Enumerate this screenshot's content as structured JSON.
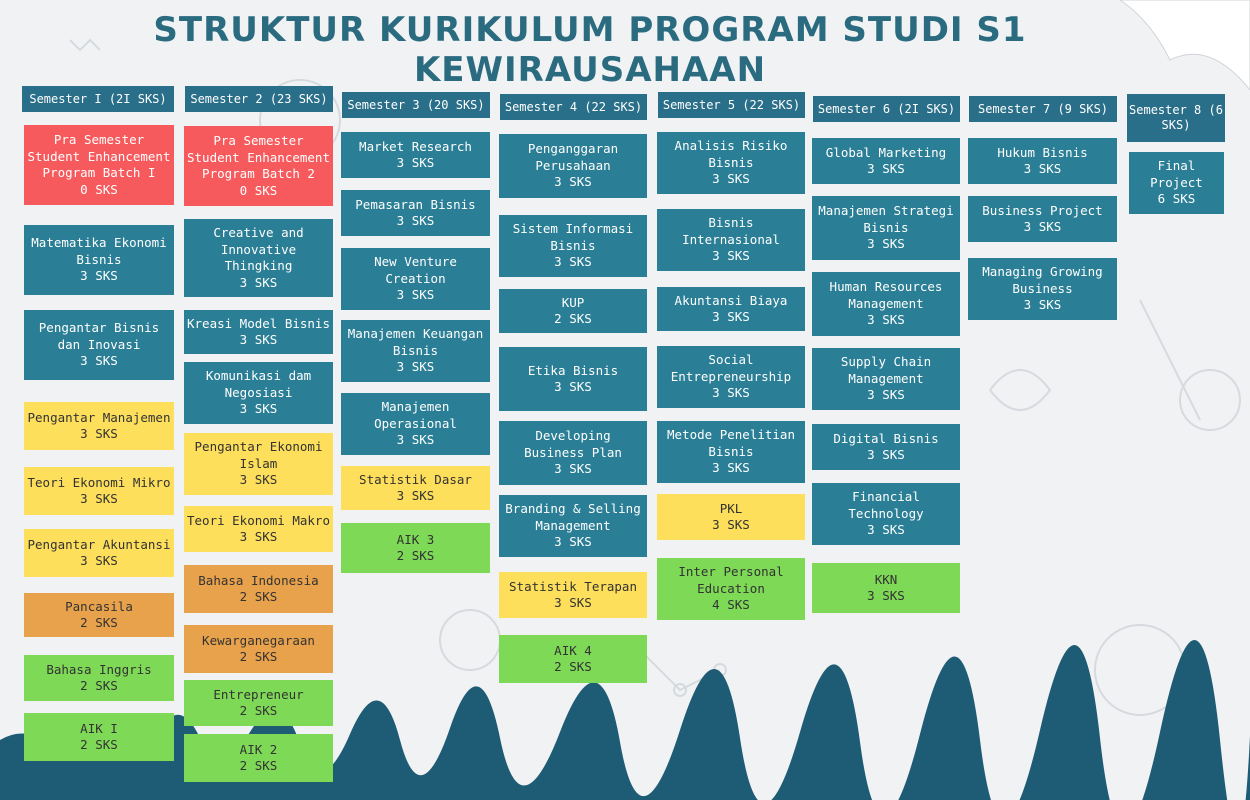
{
  "title": "STRUKTUR KURIKULUM PROGRAM STUDI S1 KEWIRAUSAHAAN",
  "colors": {
    "red": "#f75a5c",
    "teal": "#2a7e95",
    "yellow": "#fddf5c",
    "orange": "#e9a24c",
    "green": "#7ed957",
    "header": "#2a6f8a",
    "wave": "#1e5b74"
  },
  "semesters": [
    {
      "header": "Semester I (2I SKS)",
      "courses": [
        {
          "name": "Pra Semester Student Enhancement Program Batch I",
          "sks": "0 SKS",
          "color": "red"
        },
        {
          "name": "Matematika Ekonomi Bisnis",
          "sks": "3 SKS",
          "color": "teal"
        },
        {
          "name": "Pengantar Bisnis dan Inovasi",
          "sks": "3 SKS",
          "color": "teal"
        },
        {
          "name": "Pengantar Manajemen",
          "sks": "3 SKS",
          "color": "yellow"
        },
        {
          "name": "Teori Ekonomi Mikro",
          "sks": "3 SKS",
          "color": "yellow"
        },
        {
          "name": "Pengantar Akuntansi",
          "sks": "3 SKS",
          "color": "yellow"
        },
        {
          "name": "Pancasila",
          "sks": "2 SKS",
          "color": "orange"
        },
        {
          "name": "Bahasa Inggris",
          "sks": "2 SKS",
          "color": "green"
        },
        {
          "name": "AIK I",
          "sks": "2 SKS",
          "color": "green"
        }
      ]
    },
    {
      "header": "Semester 2 (23 SKS)",
      "courses": [
        {
          "name": "Pra Semester Student Enhancement Program Batch 2",
          "sks": "0 SKS",
          "color": "red"
        },
        {
          "name": "Creative and Innovative Thingking",
          "sks": "3 SKS",
          "color": "teal"
        },
        {
          "name": "Kreasi Model Bisnis",
          "sks": "3 SKS",
          "color": "teal"
        },
        {
          "name": "Komunikasi dam Negosiasi",
          "sks": "3 SKS",
          "color": "teal"
        },
        {
          "name": "Pengantar Ekonomi Islam",
          "sks": "3 SKS",
          "color": "yellow"
        },
        {
          "name": "Teori Ekonomi Makro",
          "sks": "3 SKS",
          "color": "yellow"
        },
        {
          "name": "Bahasa Indonesia",
          "sks": "2 SKS",
          "color": "orange"
        },
        {
          "name": "Kewarganegaraan",
          "sks": "2 SKS",
          "color": "orange"
        },
        {
          "name": "Entrepreneur",
          "sks": "2 SKS",
          "color": "green"
        },
        {
          "name": "AIK 2",
          "sks": "2 SKS",
          "color": "green"
        }
      ]
    },
    {
      "header": "Semester 3 (20 SKS)",
      "courses": [
        {
          "name": "Market Research",
          "sks": "3 SKS",
          "color": "teal"
        },
        {
          "name": "Pemasaran Bisnis",
          "sks": "3 SKS",
          "color": "teal"
        },
        {
          "name": "New Venture Creation",
          "sks": "3 SKS",
          "color": "teal"
        },
        {
          "name": "Manajemen Keuangan Bisnis",
          "sks": "3 SKS",
          "color": "teal"
        },
        {
          "name": "Manajemen Operasional",
          "sks": "3 SKS",
          "color": "teal"
        },
        {
          "name": "Statistik Dasar",
          "sks": "3 SKS",
          "color": "yellow"
        },
        {
          "name": "AIK 3",
          "sks": "2 SKS",
          "color": "green"
        }
      ]
    },
    {
      "header": "Semester 4 (22 SKS)",
      "courses": [
        {
          "name": "Penganggaran Perusahaan",
          "sks": "3 SKS",
          "color": "teal"
        },
        {
          "name": "Sistem Informasi Bisnis",
          "sks": "3 SKS",
          "color": "teal"
        },
        {
          "name": "KUP",
          "sks": "2 SKS",
          "color": "teal"
        },
        {
          "name": "Etika Bisnis",
          "sks": "3 SKS",
          "color": "teal"
        },
        {
          "name": "Developing Business Plan",
          "sks": "3 SKS",
          "color": "teal"
        },
        {
          "name": "Branding & Selling Management",
          "sks": "3 SKS",
          "color": "teal"
        },
        {
          "name": "Statistik Terapan",
          "sks": "3 SKS",
          "color": "yellow"
        },
        {
          "name": "AIK 4",
          "sks": "2 SKS",
          "color": "green"
        }
      ]
    },
    {
      "header": "Semester 5 (22 SKS)",
      "courses": [
        {
          "name": "Analisis Risiko Bisnis",
          "sks": "3 SKS",
          "color": "teal"
        },
        {
          "name": "Bisnis Internasional",
          "sks": "3 SKS",
          "color": "teal"
        },
        {
          "name": "Akuntansi Biaya",
          "sks": "3 SKS",
          "color": "teal"
        },
        {
          "name": "Social Entrepreneurship",
          "sks": "3 SKS",
          "color": "teal"
        },
        {
          "name": "Metode Penelitian Bisnis",
          "sks": "3 SKS",
          "color": "teal"
        },
        {
          "name": "PKL",
          "sks": "3 SKS",
          "color": "yellow"
        },
        {
          "name": "Inter Personal Education",
          "sks": "4 SKS",
          "color": "green"
        }
      ]
    },
    {
      "header": "Semester 6 (2I SKS)",
      "courses": [
        {
          "name": "Global Marketing",
          "sks": "3 SKS",
          "color": "teal"
        },
        {
          "name": "Manajemen Strategi Bisnis",
          "sks": "3 SKS",
          "color": "teal"
        },
        {
          "name": "Human Resources Management",
          "sks": "3 SKS",
          "color": "teal"
        },
        {
          "name": "Supply Chain Management",
          "sks": "3 SKS",
          "color": "teal"
        },
        {
          "name": "Digital Bisnis",
          "sks": "3 SKS",
          "color": "teal"
        },
        {
          "name": "Financial Technology",
          "sks": "3 SKS",
          "color": "teal"
        },
        {
          "name": "KKN",
          "sks": "3 SKS",
          "color": "green"
        }
      ]
    },
    {
      "header": "Semester 7 (9 SKS)",
      "courses": [
        {
          "name": "Hukum Bisnis",
          "sks": "3 SKS",
          "color": "teal"
        },
        {
          "name": "Business Project",
          "sks": "3 SKS",
          "color": "teal"
        },
        {
          "name": "Managing Growing Business",
          "sks": "3 SKS",
          "color": "teal"
        }
      ]
    },
    {
      "header": "Semester 8 (6 SKS)",
      "courses": [
        {
          "name": "Final Project",
          "sks": "6 SKS",
          "color": "teal"
        }
      ]
    }
  ]
}
